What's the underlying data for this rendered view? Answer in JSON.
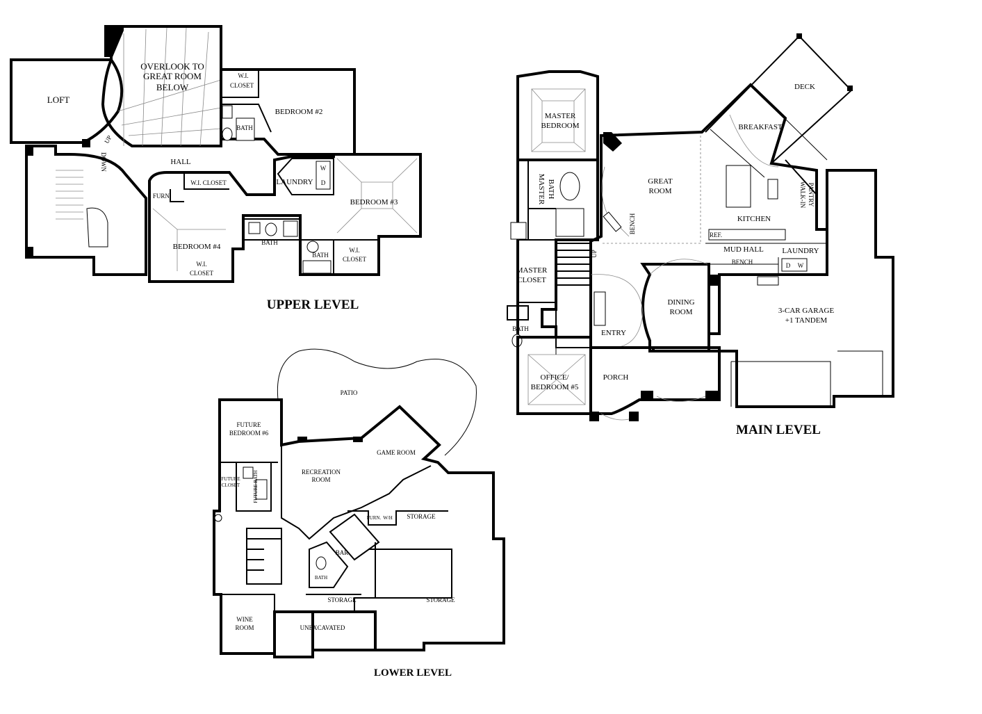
{
  "levels": {
    "upper": {
      "title": "UPPER LEVEL",
      "rooms": {
        "loft": "LOFT",
        "overlook_1": "OVERLOOK TO",
        "overlook_2": "GREAT ROOM",
        "overlook_3": "BELOW",
        "wi_closet_top_1": "W.I.",
        "wi_closet_top_2": "CLOSET",
        "bedroom2": "BEDROOM #2",
        "bath_top": "BATH",
        "down": "DOWN",
        "up": "UP",
        "hall": "HALL",
        "furn": "FURN.",
        "wi_closet_hall": "W.I. CLOSET",
        "laundry": "LAUNDRY",
        "dryer": "D",
        "washer": "W",
        "bedroom3": "BEDROOM #3",
        "bedroom4": "BEDROOM #4",
        "bath_mid": "BATH",
        "bath_right": "BATH",
        "wi_closet_b3_1": "W.I.",
        "wi_closet_b3_2": "CLOSET",
        "wi_closet_b4_1": "W.I.",
        "wi_closet_b4_2": "CLOSET"
      }
    },
    "main": {
      "title": "MAIN LEVEL",
      "rooms": {
        "master_bedroom_1": "MASTER",
        "master_bedroom_2": "BEDROOM",
        "deck": "DECK",
        "breakfast": "BREAKFAST",
        "great_room_1": "GREAT",
        "great_room_2": "ROOM",
        "master_bath_1": "MASTER",
        "master_bath_2": "BATH",
        "walkin_pantry_1": "WALK-IN",
        "walkin_pantry_2": "PANTRY",
        "kitchen": "KITCHEN",
        "ref": "REF.",
        "bench_great": "BENCH",
        "mud_hall": "MUD HALL",
        "laundry": "LAUNDRY",
        "bench_mud": "BENCH",
        "dryer": "D",
        "washer": "W",
        "up": "UP",
        "master_closet_1": "MASTER",
        "master_closet_2": "CLOSET",
        "dining_1": "DINING",
        "dining_2": "ROOM",
        "garage_1": "3-CAR GARAGE",
        "garage_2": "+1 TANDEM",
        "bath": "BATH",
        "entry": "ENTRY",
        "office_1": "OFFICE/",
        "office_2": "BEDROOM #5",
        "porch": "PORCH"
      }
    },
    "lower": {
      "title": "LOWER LEVEL",
      "rooms": {
        "patio": "PATIO",
        "future_bedroom_1": "FUTURE",
        "future_bedroom_2": "BEDROOM #6",
        "game_room": "GAME ROOM",
        "recreation_1": "RECREATION",
        "recreation_2": "ROOM",
        "future_closet_1": "FUTURE",
        "future_closet_2": "CLOSET",
        "future_bath": "FUTURE BATH",
        "furn": "FURN.",
        "wh": "W/H",
        "storage_upper": "STORAGE",
        "bar": "BAR",
        "bath": "BATH",
        "storage_small": "STORAGE",
        "storage_large": "STORAGE",
        "wine_1": "WINE",
        "wine_2": "ROOM",
        "unexcavated": "UNEXCAVATED"
      }
    }
  }
}
